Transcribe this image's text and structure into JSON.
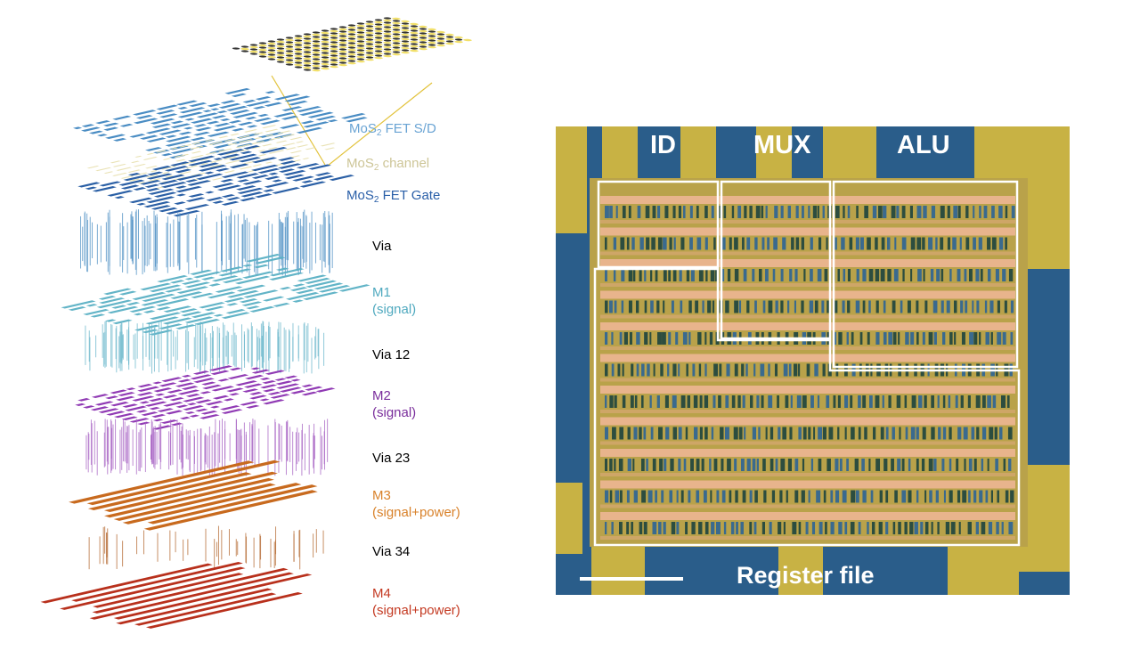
{
  "figure": {
    "layers": [
      {
        "id": "sd",
        "label": "MoS",
        "sub": "2",
        "suffix": " FET S/D",
        "color": "#6aa4d4"
      },
      {
        "id": "channel",
        "label": "MoS",
        "sub": "2",
        "suffix": " channel",
        "color": "#cdc597"
      },
      {
        "id": "gate",
        "label": "MoS",
        "sub": "2",
        "suffix": " FET Gate",
        "color": "#2a5fa8"
      },
      {
        "id": "via",
        "label": "Via",
        "color": "#000000"
      },
      {
        "id": "m1",
        "label": "M1",
        "second": "(signal)",
        "color": "#4fa9bf"
      },
      {
        "id": "via12",
        "label": "Via 12",
        "color": "#000000"
      },
      {
        "id": "m2",
        "label": "M2",
        "second": "(signal)",
        "color": "#7a2e9c"
      },
      {
        "id": "via23",
        "label": "Via 23",
        "color": "#000000"
      },
      {
        "id": "m3",
        "label": "M3",
        "second": "(signal+power)",
        "color": "#d9822b"
      },
      {
        "id": "via34",
        "label": "Via 34",
        "color": "#000000"
      },
      {
        "id": "m4",
        "label": "M4",
        "second": "(signal+power)",
        "color": "#c43a22"
      }
    ],
    "layer_colors": {
      "sd": "#3f86c0",
      "channel": "#e8e0b0",
      "gate": "#1f56a0",
      "m1": "#5ab0c4",
      "m2": "#8a2fb0",
      "m3": "#c86a1e",
      "m4": "#b8301c",
      "mos2_s": "#f2e06a",
      "mos2_mo": "#333333"
    },
    "micrograph": {
      "blocks": [
        "ID",
        "MUX",
        "ALU",
        "Register file"
      ],
      "colors": {
        "substrate": "#2a5d8a",
        "gold": "#c8b244",
        "row": "#e8b48c",
        "outline": "#ffffff"
      }
    }
  }
}
